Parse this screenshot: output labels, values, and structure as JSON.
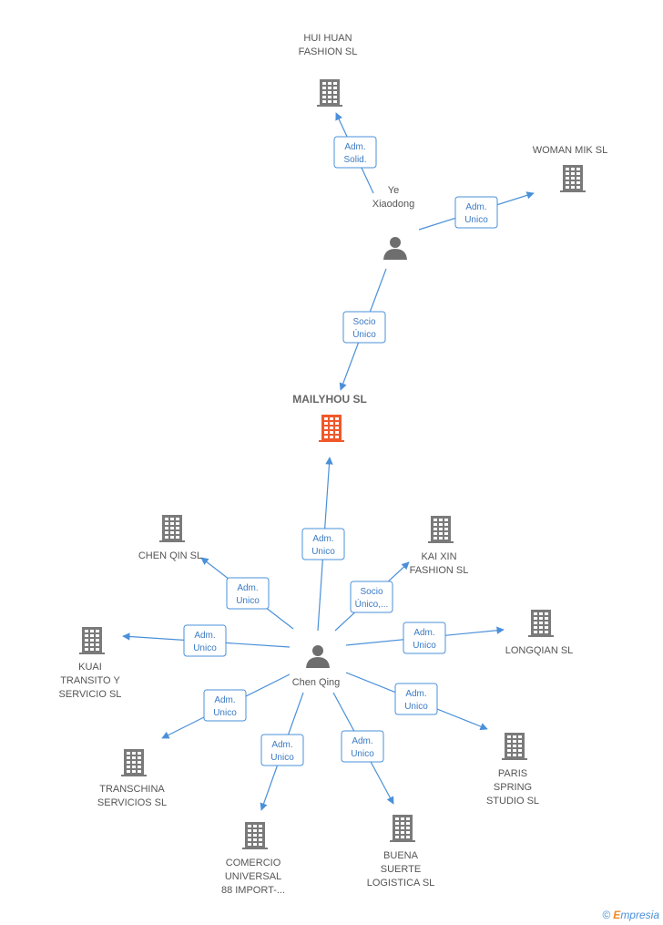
{
  "colors": {
    "edge": "#4a90d9",
    "company": "#7a7a7a",
    "focus": "#f0582a",
    "person": "#6e6e6e"
  },
  "center": {
    "label": "MAILYHOU SL",
    "icon": "building-icon"
  },
  "people": [
    {
      "id": "ye",
      "lines": [
        "Ye",
        "Xiaodong"
      ],
      "icon": "person-icon"
    },
    {
      "id": "chen",
      "lines": [
        "Chen Qing"
      ],
      "icon": "person-icon"
    }
  ],
  "companies": [
    {
      "id": "huihuan",
      "lines": [
        "HUI HUAN",
        "FASHION SL"
      ]
    },
    {
      "id": "womanmik",
      "lines": [
        "WOMAN MIK SL"
      ]
    },
    {
      "id": "chenqin",
      "lines": [
        "CHEN QIN SL"
      ]
    },
    {
      "id": "kaixin",
      "lines": [
        "KAI XIN",
        "FASHION SL"
      ]
    },
    {
      "id": "kuai",
      "lines": [
        "KUAI",
        "TRANSITO Y",
        "SERVICIO SL"
      ]
    },
    {
      "id": "longqian",
      "lines": [
        "LONGQIAN SL"
      ]
    },
    {
      "id": "transchina",
      "lines": [
        "TRANSCHINA",
        "SERVICIOS SL"
      ]
    },
    {
      "id": "paris",
      "lines": [
        "PARIS",
        "SPRING",
        "STUDIO SL"
      ]
    },
    {
      "id": "comercio",
      "lines": [
        "COMERCIO",
        "UNIVERSAL",
        "88 IMPORT-..."
      ]
    },
    {
      "id": "buena",
      "lines": [
        "BUENA",
        "SUERTE",
        "LOGISTICA SL"
      ]
    }
  ],
  "relations": [
    {
      "from": "ye",
      "to": "huihuan",
      "lines": [
        "Adm.",
        "Solid."
      ]
    },
    {
      "from": "ye",
      "to": "womanmik",
      "lines": [
        "Adm.",
        "Unico"
      ]
    },
    {
      "from": "ye",
      "to": "center",
      "lines": [
        "Socio",
        "Único"
      ]
    },
    {
      "from": "chen",
      "to": "center",
      "lines": [
        "Adm.",
        "Unico"
      ]
    },
    {
      "from": "chen",
      "to": "chenqin",
      "lines": [
        "Adm.",
        "Unico"
      ]
    },
    {
      "from": "chen",
      "to": "kaixin",
      "lines": [
        "Socio",
        "Único,..."
      ]
    },
    {
      "from": "chen",
      "to": "kuai",
      "lines": [
        "Adm.",
        "Unico"
      ]
    },
    {
      "from": "chen",
      "to": "longqian",
      "lines": [
        "Adm.",
        "Unico"
      ]
    },
    {
      "from": "chen",
      "to": "transchina",
      "lines": [
        "Adm.",
        "Unico"
      ]
    },
    {
      "from": "chen",
      "to": "paris",
      "lines": [
        "Adm.",
        "Unico"
      ]
    },
    {
      "from": "chen",
      "to": "comercio",
      "lines": [
        "Adm.",
        "Unico"
      ]
    },
    {
      "from": "chen",
      "to": "buena",
      "lines": [
        "Adm.",
        "Unico"
      ]
    }
  ],
  "footer": {
    "copyright": "©",
    "brand_initial": "E",
    "brand_rest": "mpresia"
  }
}
